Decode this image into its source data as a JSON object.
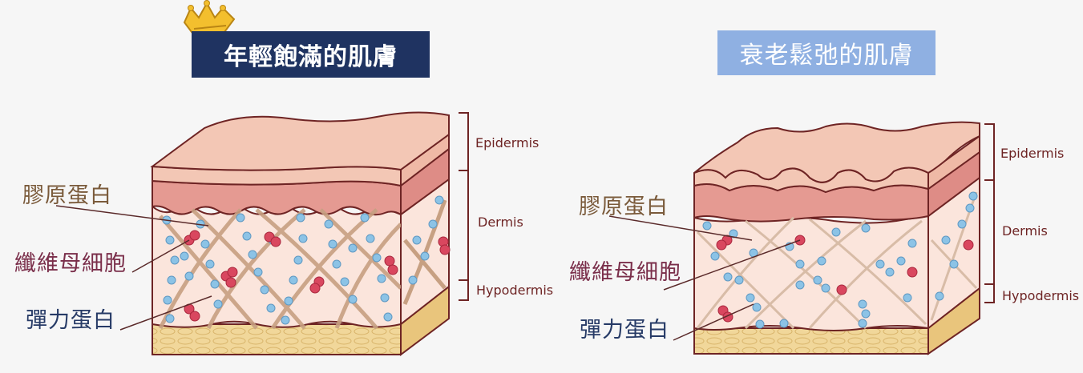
{
  "titles": {
    "left": "年輕飽滿的肌膚",
    "right": "衰老鬆弛的肌膚"
  },
  "labels_cn": {
    "collagen": "膠原蛋白",
    "fibroblast": "纖維母細胞",
    "elastin": "彈力蛋白"
  },
  "labels_en": {
    "epidermis": "Epidermis",
    "dermis": "Dermis",
    "hypodermis": "Hypodermis"
  },
  "colors": {
    "title_left_bg": "#1f3361",
    "title_right_bg": "#8fb0e2",
    "collagen_label": "#7a5a3a",
    "fibroblast_label": "#7a2e4a",
    "elastin_label": "#263a66",
    "epidermis_top": "#f3c7b5",
    "epidermis_mid": "#e59a92",
    "dermis": "#fbe5dc",
    "hypodermis": "#f1d79a",
    "outline": "#6e2424",
    "fiber": "#c7a082",
    "cell_blue": "#8cc3e6",
    "cell_red": "#d9475f"
  },
  "icons": [
    "crown-icon"
  ]
}
